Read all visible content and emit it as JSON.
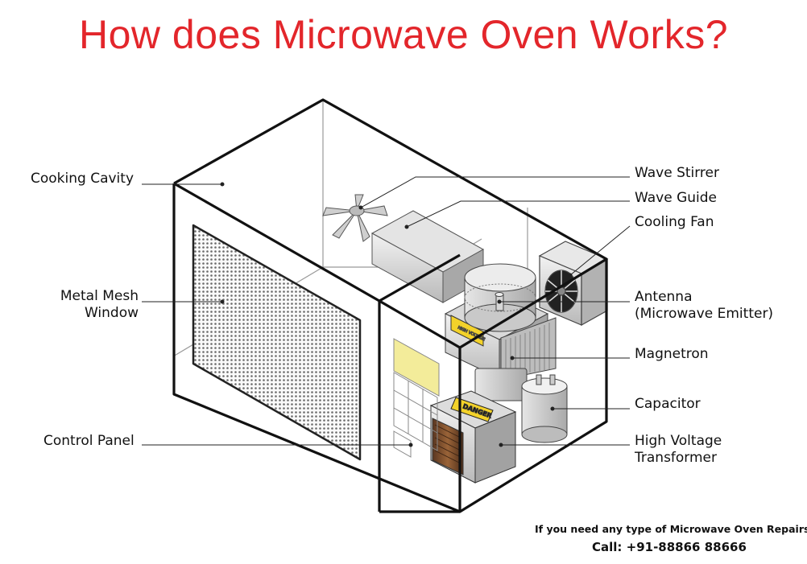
{
  "title": "How does Microwave Oven Works?",
  "labels": {
    "cooking_cavity": "Cooking Cavity",
    "metal_mesh_window": [
      "Metal Mesh",
      "Window"
    ],
    "control_panel": "Control Panel",
    "wave_stirrer": "Wave Stirrer",
    "wave_guide": "Wave Guide",
    "cooling_fan": "Cooling Fan",
    "antenna": [
      "Antenna",
      "(Microwave Emitter)"
    ],
    "magnetron": "Magnetron",
    "capacitor": "Capacitor",
    "high_voltage_transformer": [
      "High Voltage",
      "Transformer"
    ]
  },
  "stickers": {
    "danger": "DANGER",
    "hv_warning": "HIGH VOLTAGE"
  },
  "footer": {
    "line1": "If you need any type of Microwave Oven Repairs",
    "line2": "Call: +91-88866 88666"
  }
}
